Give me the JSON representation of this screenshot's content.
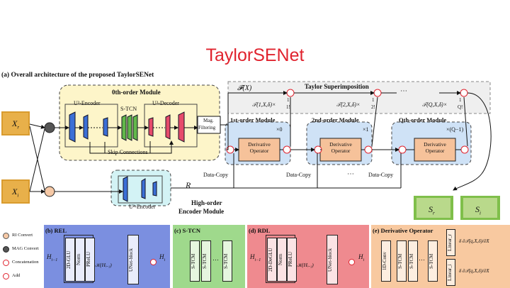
{
  "title": "TaylorSENet",
  "caption_a": "(a) Overall architecture of the proposed TaylorSENet",
  "zero_module": {
    "title": "0th-order Module",
    "encoder": "U²-Encoder",
    "stcn": "S-TCN",
    "decoder": "U²-Decoder",
    "skip": "Skip Connections",
    "mag_filter_line1": "Mag.",
    "mag_filter_line2": "Filtering"
  },
  "taylor": {
    "title": "Taylor Superimposition",
    "fx": "𝓕(X)",
    "term1": "𝒯(1,X,δ)×",
    "frac1_num": "1",
    "frac1_den": "1!",
    "term2": "𝒯(2,X,δ)×",
    "frac2_num": "1",
    "frac2_den": "2!",
    "termq": "𝒯(Q,X,δ)×",
    "fracq_num": "1",
    "fracq_den": "Q!",
    "dots": "⋯"
  },
  "modules": [
    {
      "title": "1st-order Module",
      "mult": "×0",
      "op": "Derivative Operator"
    },
    {
      "title": "2nd-order Module",
      "mult": "×1",
      "op": "Derivative Operator"
    },
    {
      "title": "Qth-order Module",
      "mult": "×(Q−1)",
      "op": "Derivative Operator"
    }
  ],
  "data_copy": "Data-Copy",
  "inputs": {
    "xr": "X",
    "xr_sub": "r",
    "xi": "X",
    "xi_sub": "i",
    "r": "R"
  },
  "high_order": {
    "encoder": "U²-Encoder",
    "title_line1": "High-order",
    "title_line2": "Encoder Module"
  },
  "outputs": {
    "sr": "S",
    "sr_sub": "r",
    "si": "S",
    "si_sub": "i"
  },
  "legend": [
    {
      "label": "RI Convert",
      "color": "#f6c9a6"
    },
    {
      "label": "MAG Convert",
      "color": "#555555"
    },
    {
      "label": "Concatenation",
      "color": "#ffffff"
    },
    {
      "label": "Add",
      "color": "#ffffff"
    }
  ],
  "panels": {
    "rel": {
      "label": "(b) REL",
      "input": "H",
      "input_sub": "i−1",
      "output": "H",
      "output_sub": "i",
      "blocks": [
        "2D-GLU",
        "Norm",
        "PReLU"
      ],
      "k": "𝒦(Hᵢ₋₁)",
      "unet": "UNet-block",
      "color": "#7b8fe0"
    },
    "stcn": {
      "label": "(c) S-TCN",
      "blocks": [
        "S-TCM",
        "S-TCM",
        "S-TCM"
      ],
      "dots": "⋯",
      "color": "#9fd98c"
    },
    "rdl": {
      "label": "(d) RDL",
      "input": "H",
      "input_sub": "i−1",
      "output": "H",
      "output_sub": "i",
      "blocks": [
        "2D-DeGLU",
        "Norm",
        "PReLU"
      ],
      "k": "𝒦(Hᵢ₋₁)",
      "unet": "UNet-block",
      "color": "#ef8a8f"
    },
    "deriv": {
      "label": "(e) Derivative Operator",
      "blocks": [
        "1D-Conv",
        "S-TCM",
        "S-TCM",
        "S-TCM"
      ],
      "dots": "⋯",
      "linear_r": "Linear_r",
      "linear_i": "Linear_i",
      "eq_r": "δ ∂𝒯(q,X,δ)/∂X",
      "eq_i": "δ ∂𝒯(q,X,δ)/∂X",
      "color": "#f8c9a0"
    }
  }
}
